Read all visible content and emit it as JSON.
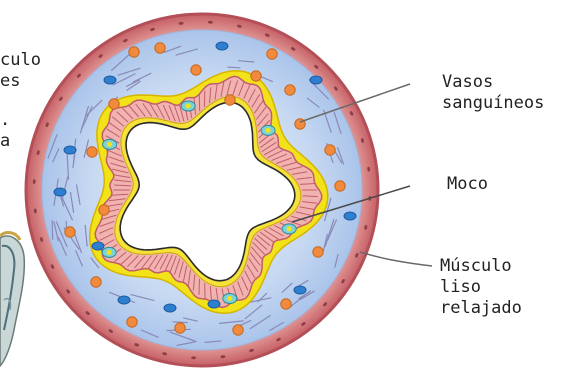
{
  "figure": {
    "left_partial": {
      "lines": [
        "culo",
        "es",
        ".",
        "a"
      ]
    },
    "labels": {
      "vessels": [
        "Vasos",
        "sanguíneos"
      ],
      "mucus": [
        "Moco"
      ],
      "muscle": [
        "Músculo",
        "liso",
        "relajado"
      ]
    }
  },
  "colors": {
    "outer_wall": "#c9646a",
    "outer_wall_light": "#e7a4a0",
    "submucosa": "#b8cfee",
    "submucosa_light": "#dfe8f8",
    "epithelium": "#e89a98",
    "mucus": "#f2e21a",
    "vessel_orange": "#f08a3c",
    "vessel_blue": "#2f7fd0",
    "leader_line": "#6a6a6a",
    "lumen": "#ffffff"
  }
}
